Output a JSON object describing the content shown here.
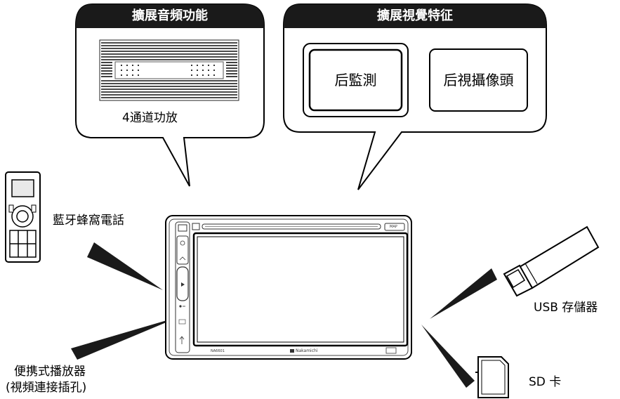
{
  "audio_expansion": {
    "title": "擴展音頻功能",
    "amp_label": "4通道功放"
  },
  "visual_expansion": {
    "title": "擴展視覺特征",
    "rear_monitor": "后監測",
    "rear_camera": "后視攝像頭"
  },
  "devices": {
    "bluetooth_phone": "藍牙蜂窩電話",
    "portable_player_line1": "便携式播放器",
    "portable_player_line2": "(視頻連接插孔)",
    "usb_storage": "USB 存儲器",
    "sd_card": "SD 卡"
  },
  "head_unit": {
    "map_label": "MAP",
    "model_label": "NA6601",
    "brand_label": "Nakamichi"
  }
}
